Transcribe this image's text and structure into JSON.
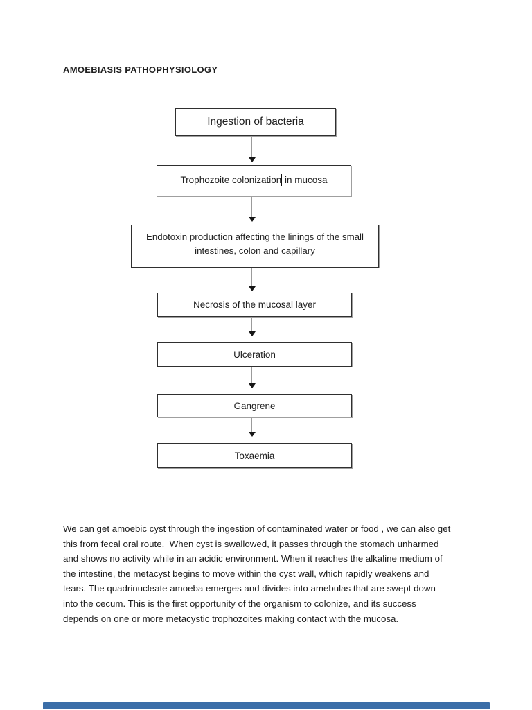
{
  "document": {
    "title": "AMOEBIASIS PATHOPHYSIOLOGY",
    "flowchart": {
      "nodes": [
        {
          "label": "Ingestion of bacteria"
        },
        {
          "before_caret": "Trophozoite colonization",
          "after_caret": " in mucosa"
        },
        {
          "line1": "Endotoxin production affecting the linings of the small",
          "line2": "intestines, colon and capillary",
          "label": "Endotoxin production affecting the linings of the small intestines, colon and capillary"
        },
        {
          "label": "Necrosis of the mucosal layer"
        },
        {
          "label": "Ulceration"
        },
        {
          "label": "Gangrene"
        },
        {
          "label": "Toxaemia"
        }
      ]
    },
    "paragraph": {
      "lines": [
        "We can get amoebic cyst through the ingestion of contaminated water or food , we can also get",
        "this from fecal oral route.  When cyst is swallowed, it passes through the stomach unharmed",
        "and shows no activity while in an acidic environment. When it reaches the alkaline medium of",
        "the intestine, the metacyst begins to move within the cyst wall, which rapidly weakens and",
        "tears. The quadrinucleate amoeba emerges and divides into amebulas that are swept down",
        "into the cecum. This is the first opportunity of the organism to colonize, and its success",
        "depends on one or more metacystic trophozoites making contact with the mucosa."
      ],
      "full_text": "We can get amoebic cyst through the ingestion of contaminated water or food , we can also get this from fecal oral route.  When cyst is swallowed, it passes through the stomach unharmed and shows no activity while in an acidic environment. When it reaches the alkaline medium of the intestine, the metacyst begins to move within the cyst wall, which rapidly weakens and tears. The quadrinucleate amoeba emerges and divides into amebulas that are swept down into the cecum. This is the first opportunity of the organism to colonize, and its success depends on one or more metacystic trophozoites making contact with the mucosa."
    }
  },
  "viewer": {
    "scrollbar_color": "#3b6ea8"
  },
  "colors": {
    "page_background": "#ffffff",
    "text": "#1c1c1c",
    "box_border": "#2f2f2f",
    "arrow_shaft": "#9b9b9b",
    "arrow_head": "#161616"
  }
}
